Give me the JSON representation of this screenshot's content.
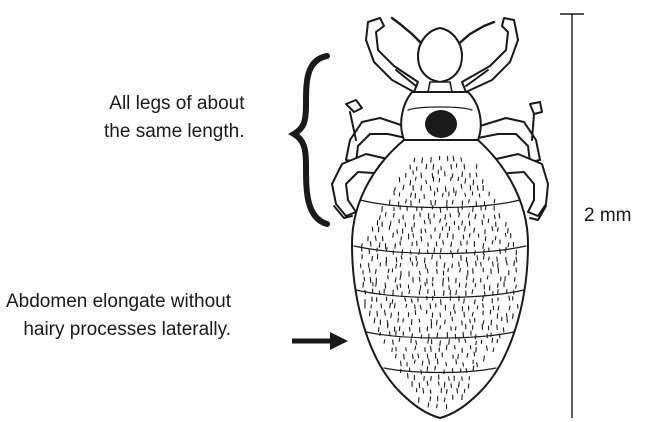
{
  "labels": {
    "legs": [
      "All legs of about",
      "the same length."
    ],
    "abdomen": [
      "Abdomen elongate without",
      "hairy processes laterally."
    ],
    "scale": "2 mm"
  },
  "colors": {
    "ink": "#1a1a1a",
    "background": "#ffffff"
  }
}
